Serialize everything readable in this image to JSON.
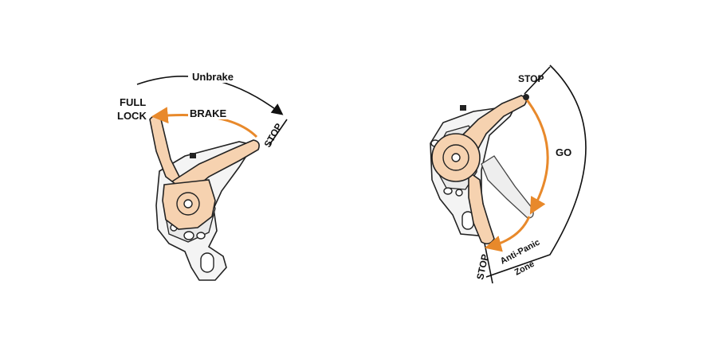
{
  "colors": {
    "accent": "#e8892b",
    "lever": "#f6d2b0",
    "ink": "#111111"
  },
  "left": {
    "unbrake": "Unbrake",
    "full": "FULL",
    "lock": "LOCK",
    "brake": "BRAKE",
    "stop": "STOP"
  },
  "right": {
    "stop_top": "STOP",
    "go": "GO",
    "stop_bottom": "STOP",
    "anti_panic_1": "Anti-Panic",
    "anti_panic_2": "Zone"
  }
}
